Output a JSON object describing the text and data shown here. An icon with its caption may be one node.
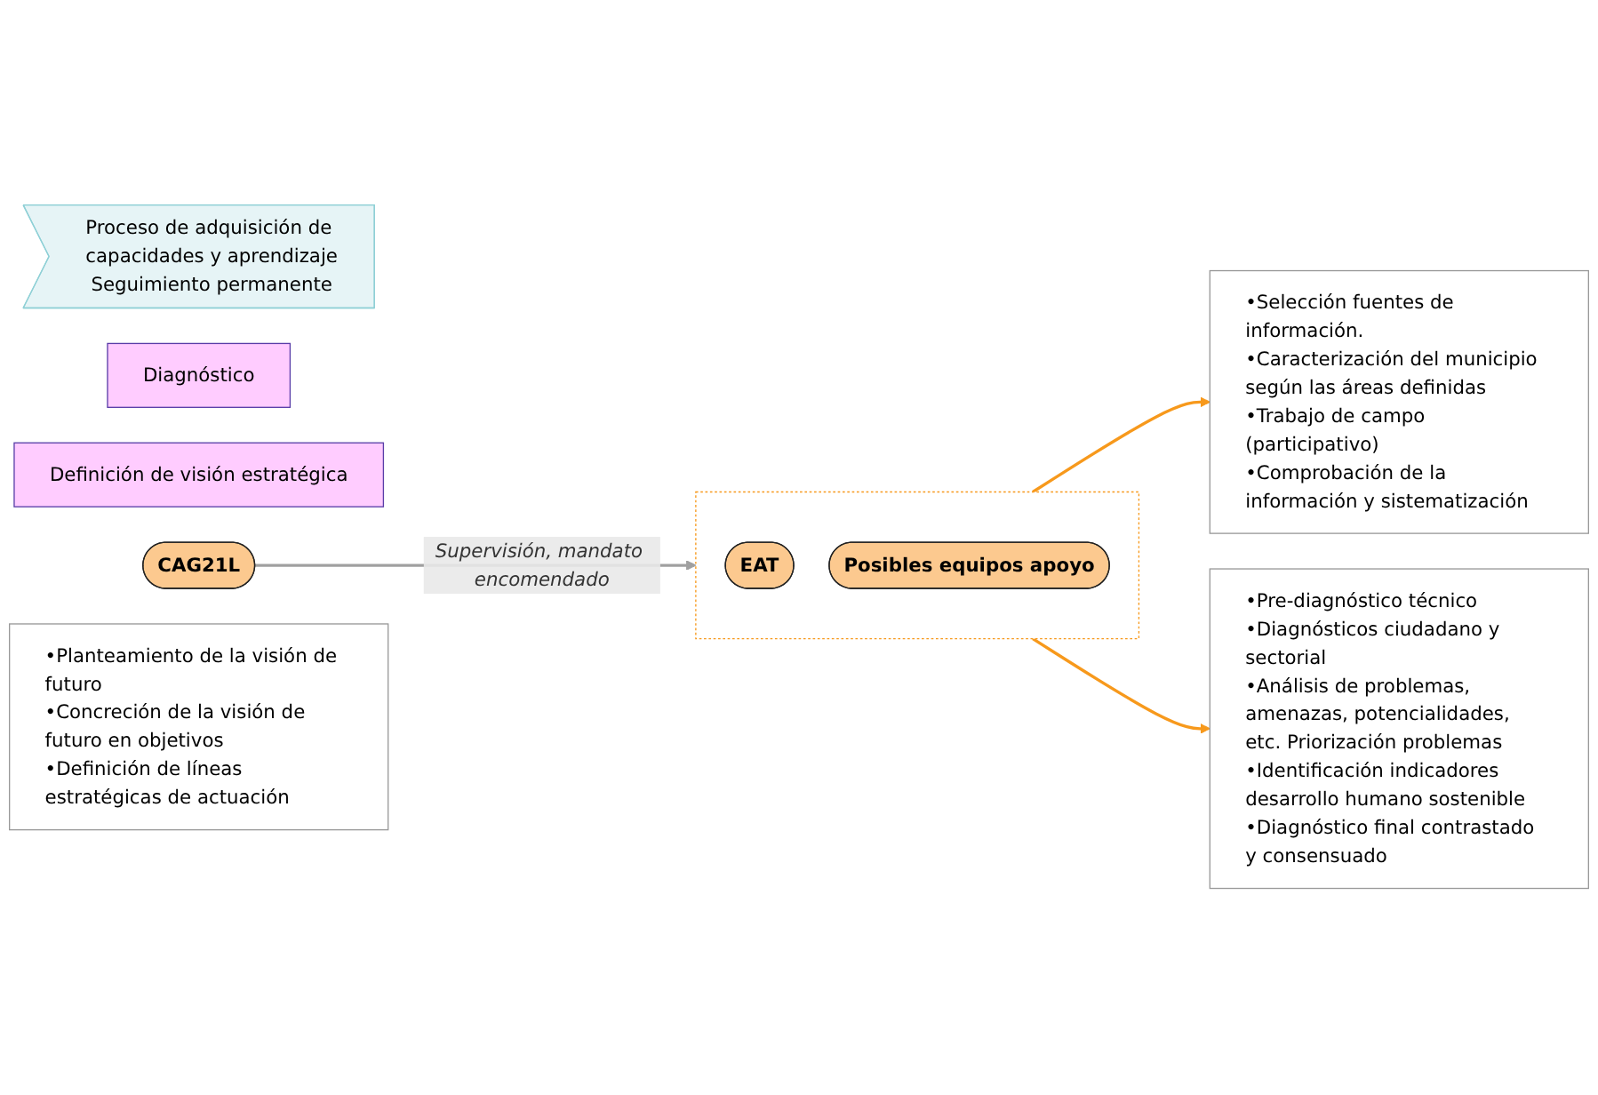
{
  "diagram": {
    "nodes": [
      {
        "text": [
          "Proceso de adquisición de capacidades y aprendizaje",
          "Seguimiento permanente"
        ]
      },
      {
        "text": [
          "Diagnóstico"
        ]
      },
      {
        "text": [],
        "shape": "box"
      },
      {
        "text": [
          "EAT"
        ],
        "in": 2
      },
      {
        "text": [
          "Posibles equipos apoyo"
        ],
        "in": 2
      },
      {
        "text": [
          "•Selección fuentes de información.",
          "•Caracterización del municipio según las áreas definidas",
          "•Trabajo de campo (participativo)",
          "•Comprobación de la información y sistematización"
        ]
      },
      {
        "text": [
          "•Pre-diagnóstico técnico",
          "•Diagnósticos ciudadano y sectorial",
          "•Análisis de problemas, amenazas, potencialidades, etc. Priorización problemas",
          "•Identificación indicadores desarrollo humano sostenible",
          "•Diagnóstico final contrastado y consensuado"
        ]
      },
      {
        "text": [
          "Definición de visión estratégica"
        ]
      },
      {
        "text": [
          "CAG21L"
        ]
      },
      {
        "text": [
          "•Planteamiento de la visión de futuro",
          "•Concreción de la visión de futuro en objetivos",
          "•Definición de líneas estratégicas de actuación"
        ]
      }
    ],
    "edges": [
      {
        "from": 2,
        "to": 5,
        "arrow": "to",
        "color": "#f7991c"
      },
      {
        "from": 2,
        "to": 6,
        "arrow": "to",
        "color": "#f7991c"
      },
      {
        "from": 8,
        "to": 2,
        "arrow": "to",
        "label": "Supervisión, mandato encomendado",
        "color": "#a0a0a0"
      }
    ]
  }
}
